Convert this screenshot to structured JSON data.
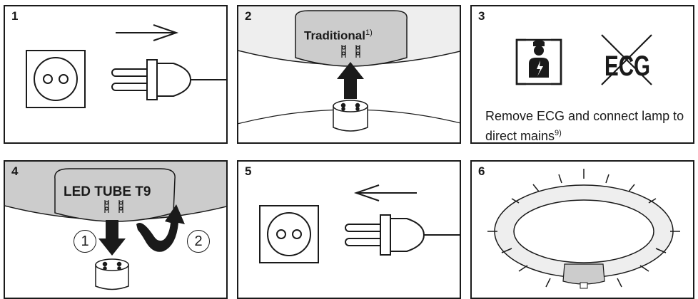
{
  "panels": [
    {
      "number": "1"
    },
    {
      "number": "2",
      "label": "Traditional",
      "footnote": "1)"
    },
    {
      "number": "3",
      "crossed_symbol_text": "ECG",
      "caption": "Remove ECG and connect lamp to direct mains",
      "caption_footnote": "9)"
    },
    {
      "number": "4",
      "label": "LED TUBE T9",
      "step1": "1",
      "step2": "2"
    },
    {
      "number": "5"
    },
    {
      "number": "6"
    }
  ],
  "icons": [
    "plug-socket-icon",
    "plug-icon",
    "arrow-right-icon",
    "arrow-left-icon",
    "electrician-icon",
    "crossed-ecg-icon",
    "circular-lamp-icon",
    "lamp-socket-icon",
    "rotate-arrow-icon"
  ],
  "colors": {
    "line": "#1a1a1a",
    "lamp_gray": "#cccccc",
    "tube_light": "#eeeeee"
  }
}
